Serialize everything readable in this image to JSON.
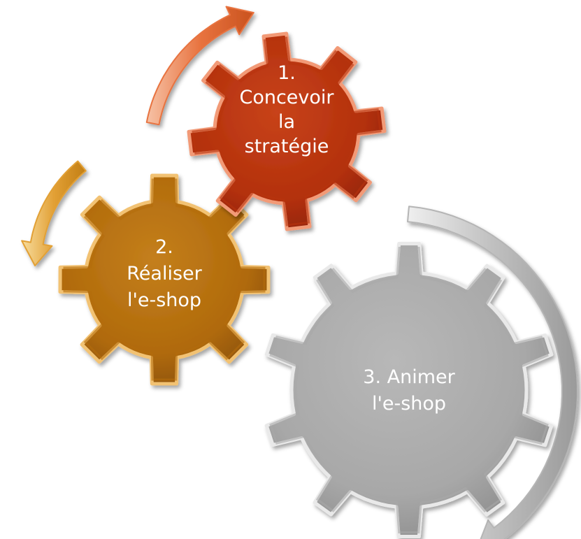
{
  "gears": [
    {
      "id": "gear-1",
      "lines": [
        "1.",
        "Concevoir",
        "la",
        "stratégie"
      ],
      "color": "#b8330e",
      "rim": "#f29a77"
    },
    {
      "id": "gear-2",
      "lines": [
        "2.",
        "Réaliser",
        "l'e-shop"
      ],
      "color": "#b46d0c",
      "rim": "#f2c273"
    },
    {
      "id": "gear-3",
      "lines": [
        "3. Animer",
        "l'e-shop"
      ],
      "color": "#a9a9a9",
      "rim": "#e9e9e9"
    }
  ],
  "arrows": [
    {
      "id": "arrow-1",
      "color": "#e8733f"
    },
    {
      "id": "arrow-2",
      "color": "#e2a035"
    },
    {
      "id": "arrow-3",
      "color": "#b5b5b5"
    }
  ]
}
